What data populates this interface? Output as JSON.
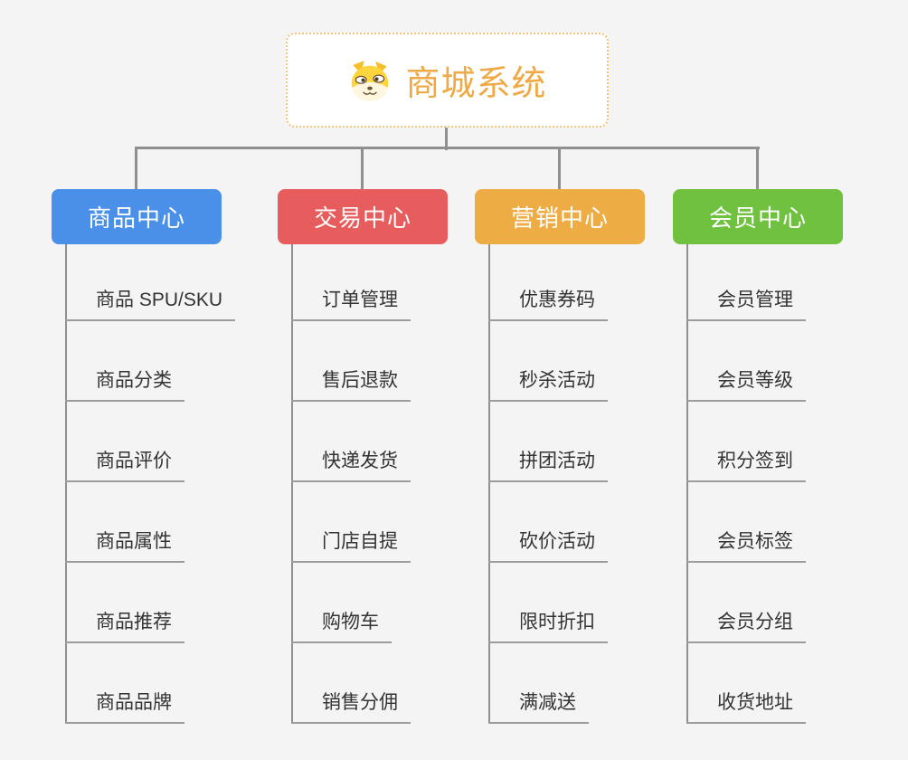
{
  "root": {
    "title": "商城系统",
    "icon": "doge-icon"
  },
  "branches": [
    {
      "label": "商品中心",
      "color": "#4A90E8",
      "items": [
        "商品 SPU/SKU",
        "商品分类",
        "商品评价",
        "商品属性",
        "商品推荐",
        "商品品牌"
      ]
    },
    {
      "label": "交易中心",
      "color": "#E75D5D",
      "items": [
        "订单管理",
        "售后退款",
        "快递发货",
        "门店自提",
        "购物车",
        "销售分佣"
      ]
    },
    {
      "label": "营销中心",
      "color": "#EDAD44",
      "items": [
        "优惠券码",
        "秒杀活动",
        "拼团活动",
        "砍价活动",
        "限时折扣",
        "满减送"
      ]
    },
    {
      "label": "会员中心",
      "color": "#70C13F",
      "items": [
        "会员管理",
        "会员等级",
        "积分签到",
        "会员标签",
        "会员分组",
        "收货地址"
      ]
    }
  ],
  "colors": {
    "background": "#f4f4f4",
    "connector": "#8f8f8f",
    "underline": "#9c9c9c",
    "item_text": "#333333",
    "root_accent": "#EFAA45",
    "root_border": "#F2C179",
    "branch_text": "#ffffff"
  }
}
